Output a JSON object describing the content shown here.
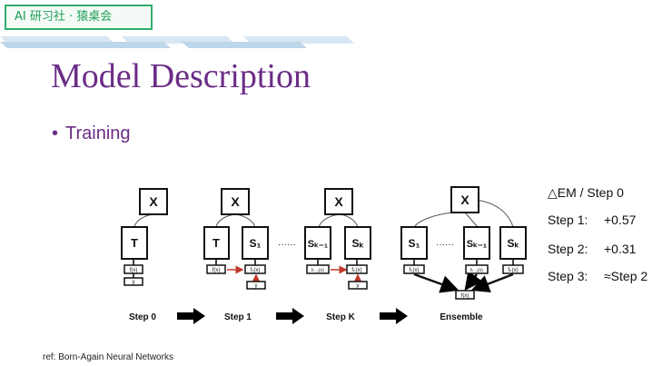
{
  "brand": {
    "text": "AI 研习社 · 猿桌会"
  },
  "slide": {
    "title": "Model Description",
    "bullet": "Training",
    "reference": "ref: Born-Again Neural Networks"
  },
  "diagram": {
    "x_label": "X",
    "teacher": "T",
    "students": {
      "s1": "S₁",
      "sk1": "Sₖ₋₁",
      "sk": "Sₖ"
    },
    "outputs": {
      "fx": "f(x)",
      "f1x": "f₁(x)",
      "fk1x": "fₖ₋₁(x)",
      "fkx": "fₖ(x)"
    },
    "y_label": "y",
    "ellipsis": "······",
    "stages": [
      "Step 0",
      "Step 1",
      "Step K",
      "Ensemble"
    ]
  },
  "results": {
    "header": "△EM / Step 0",
    "rows": [
      {
        "label": "Step 1:",
        "value": "+0.57"
      },
      {
        "label": "Step 2:",
        "value": "+0.31"
      },
      {
        "label": "Step 3:",
        "value": "≈Step 2"
      }
    ]
  },
  "colors": {
    "brand": "#2fae6a",
    "title": "#6b2d86",
    "stripe": "#bcd6ea",
    "highlight_arrow": "#c0392b"
  }
}
